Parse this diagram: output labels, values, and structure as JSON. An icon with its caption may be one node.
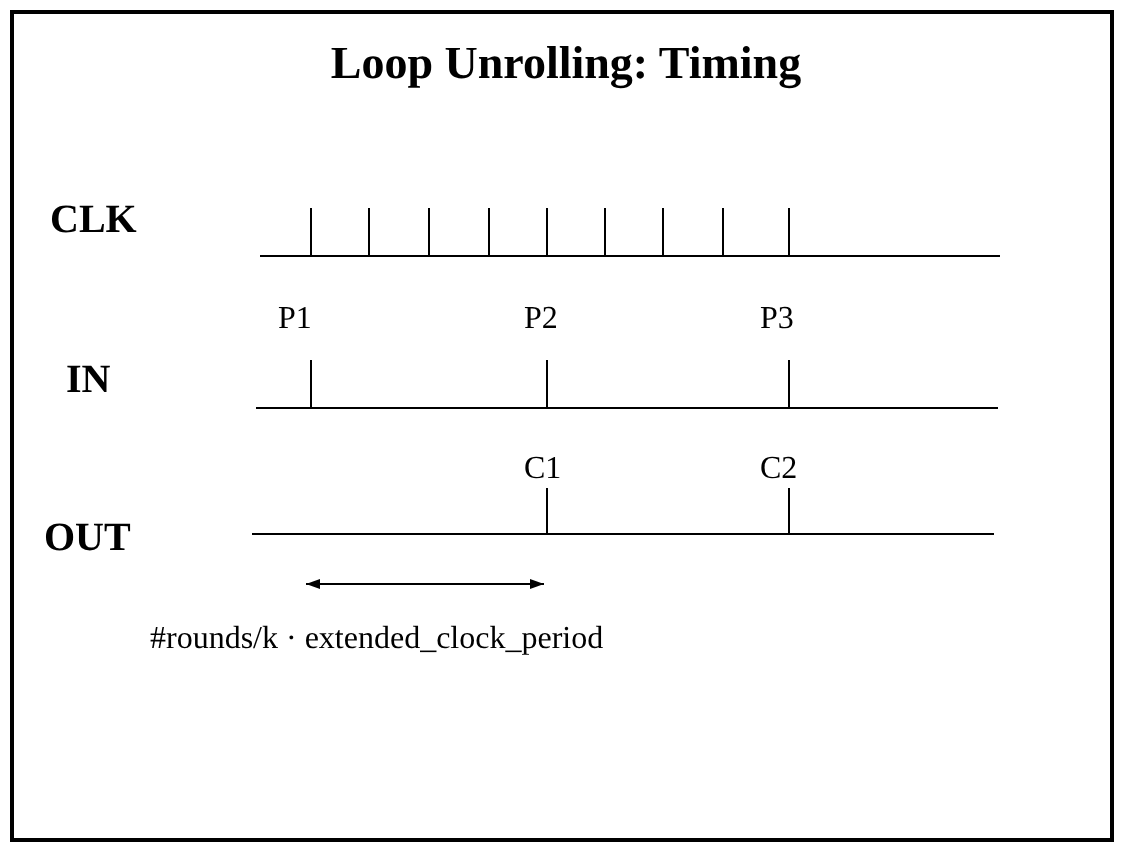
{
  "diagram": {
    "title": "Loop Unrolling: Timing",
    "labels": [
      "CLK",
      "P1",
      "P2",
      "P3",
      "IN",
      "C1",
      "C2",
      "OUT",
      "#rounds/k · extended_clock_period"
    ]
  }
}
